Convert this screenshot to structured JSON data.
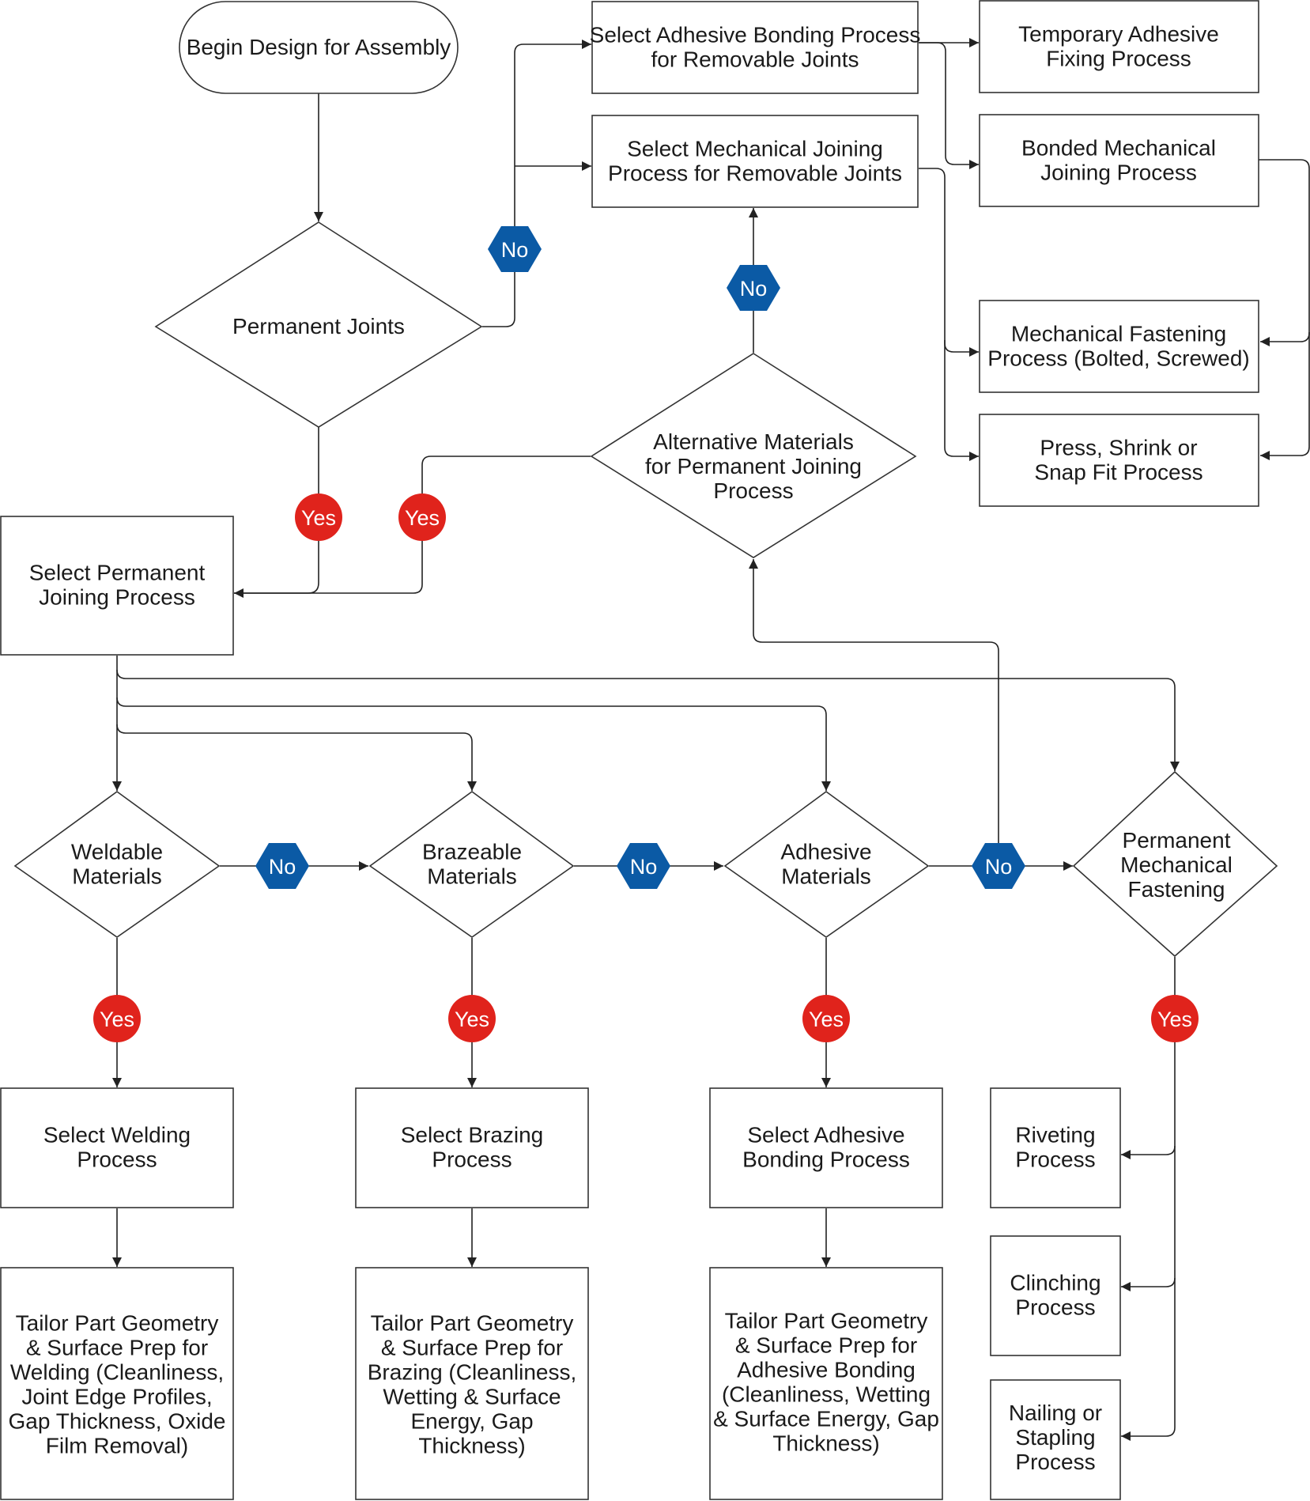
{
  "colors": {
    "yes_badge": "#e0231c",
    "no_badge": "#0b5aa5",
    "line": "#222222",
    "box_border": "#333333",
    "text": "#1a1a1a"
  },
  "nodes": {
    "begin": [
      "Begin Design for Assembly"
    ],
    "permanent_joints": [
      "Permanent Joints"
    ],
    "select_permanent": [
      "Select Permanent",
      "Joining Process"
    ],
    "select_adhesive_removable": [
      "Select Adhesive Bonding Process",
      "for Removable Joints"
    ],
    "select_mechanical_removable": [
      "Select Mechanical Joining",
      "Process for Removable Joints"
    ],
    "temporary_adhesive": [
      "Temporary Adhesive",
      "Fixing Process"
    ],
    "bonded_mechanical": [
      "Bonded Mechanical",
      "Joining Process"
    ],
    "mechanical_fastening": [
      "Mechanical Fastening",
      "Process (Bolted, Screwed)"
    ],
    "press_shrink": [
      "Press, Shrink or",
      "Snap Fit Process"
    ],
    "alternative_materials": [
      "Alternative Materials",
      "for Permanent Joining",
      "Process"
    ],
    "weldable": [
      "Weldable",
      "Materials"
    ],
    "brazeable": [
      "Brazeable",
      "Materials"
    ],
    "adhesive_materials": [
      "Adhesive",
      "Materials"
    ],
    "permanent_mechanical": [
      "Permanent",
      "Mechanical",
      "Fastening"
    ],
    "select_welding": [
      "Select Welding",
      "Process"
    ],
    "select_brazing": [
      "Select Brazing",
      "Process"
    ],
    "select_adhesive_bonding": [
      "Select Adhesive",
      "Bonding Process"
    ],
    "riveting": [
      "Riveting",
      "Process"
    ],
    "clinching": [
      "Clinching",
      "Process"
    ],
    "nailing": [
      "Nailing or",
      "Stapling",
      "Process"
    ],
    "tailor_welding": [
      "Tailor Part Geometry",
      "& Surface Prep for",
      "Welding (Cleanliness,",
      "Joint Edge Profiles,",
      "Gap Thickness, Oxide",
      "Film Removal)"
    ],
    "tailor_brazing": [
      "Tailor Part Geometry",
      "& Surface Prep for",
      "Brazing (Cleanliness,",
      "Wetting & Surface",
      "Energy, Gap",
      "Thickness)"
    ],
    "tailor_adhesive": [
      "Tailor Part Geometry",
      "& Surface Prep for",
      "Adhesive Bonding",
      "(Cleanliness, Wetting",
      "& Surface Energy, Gap",
      "Thickness)"
    ]
  },
  "badges": {
    "yes": "Yes",
    "no": "No"
  }
}
